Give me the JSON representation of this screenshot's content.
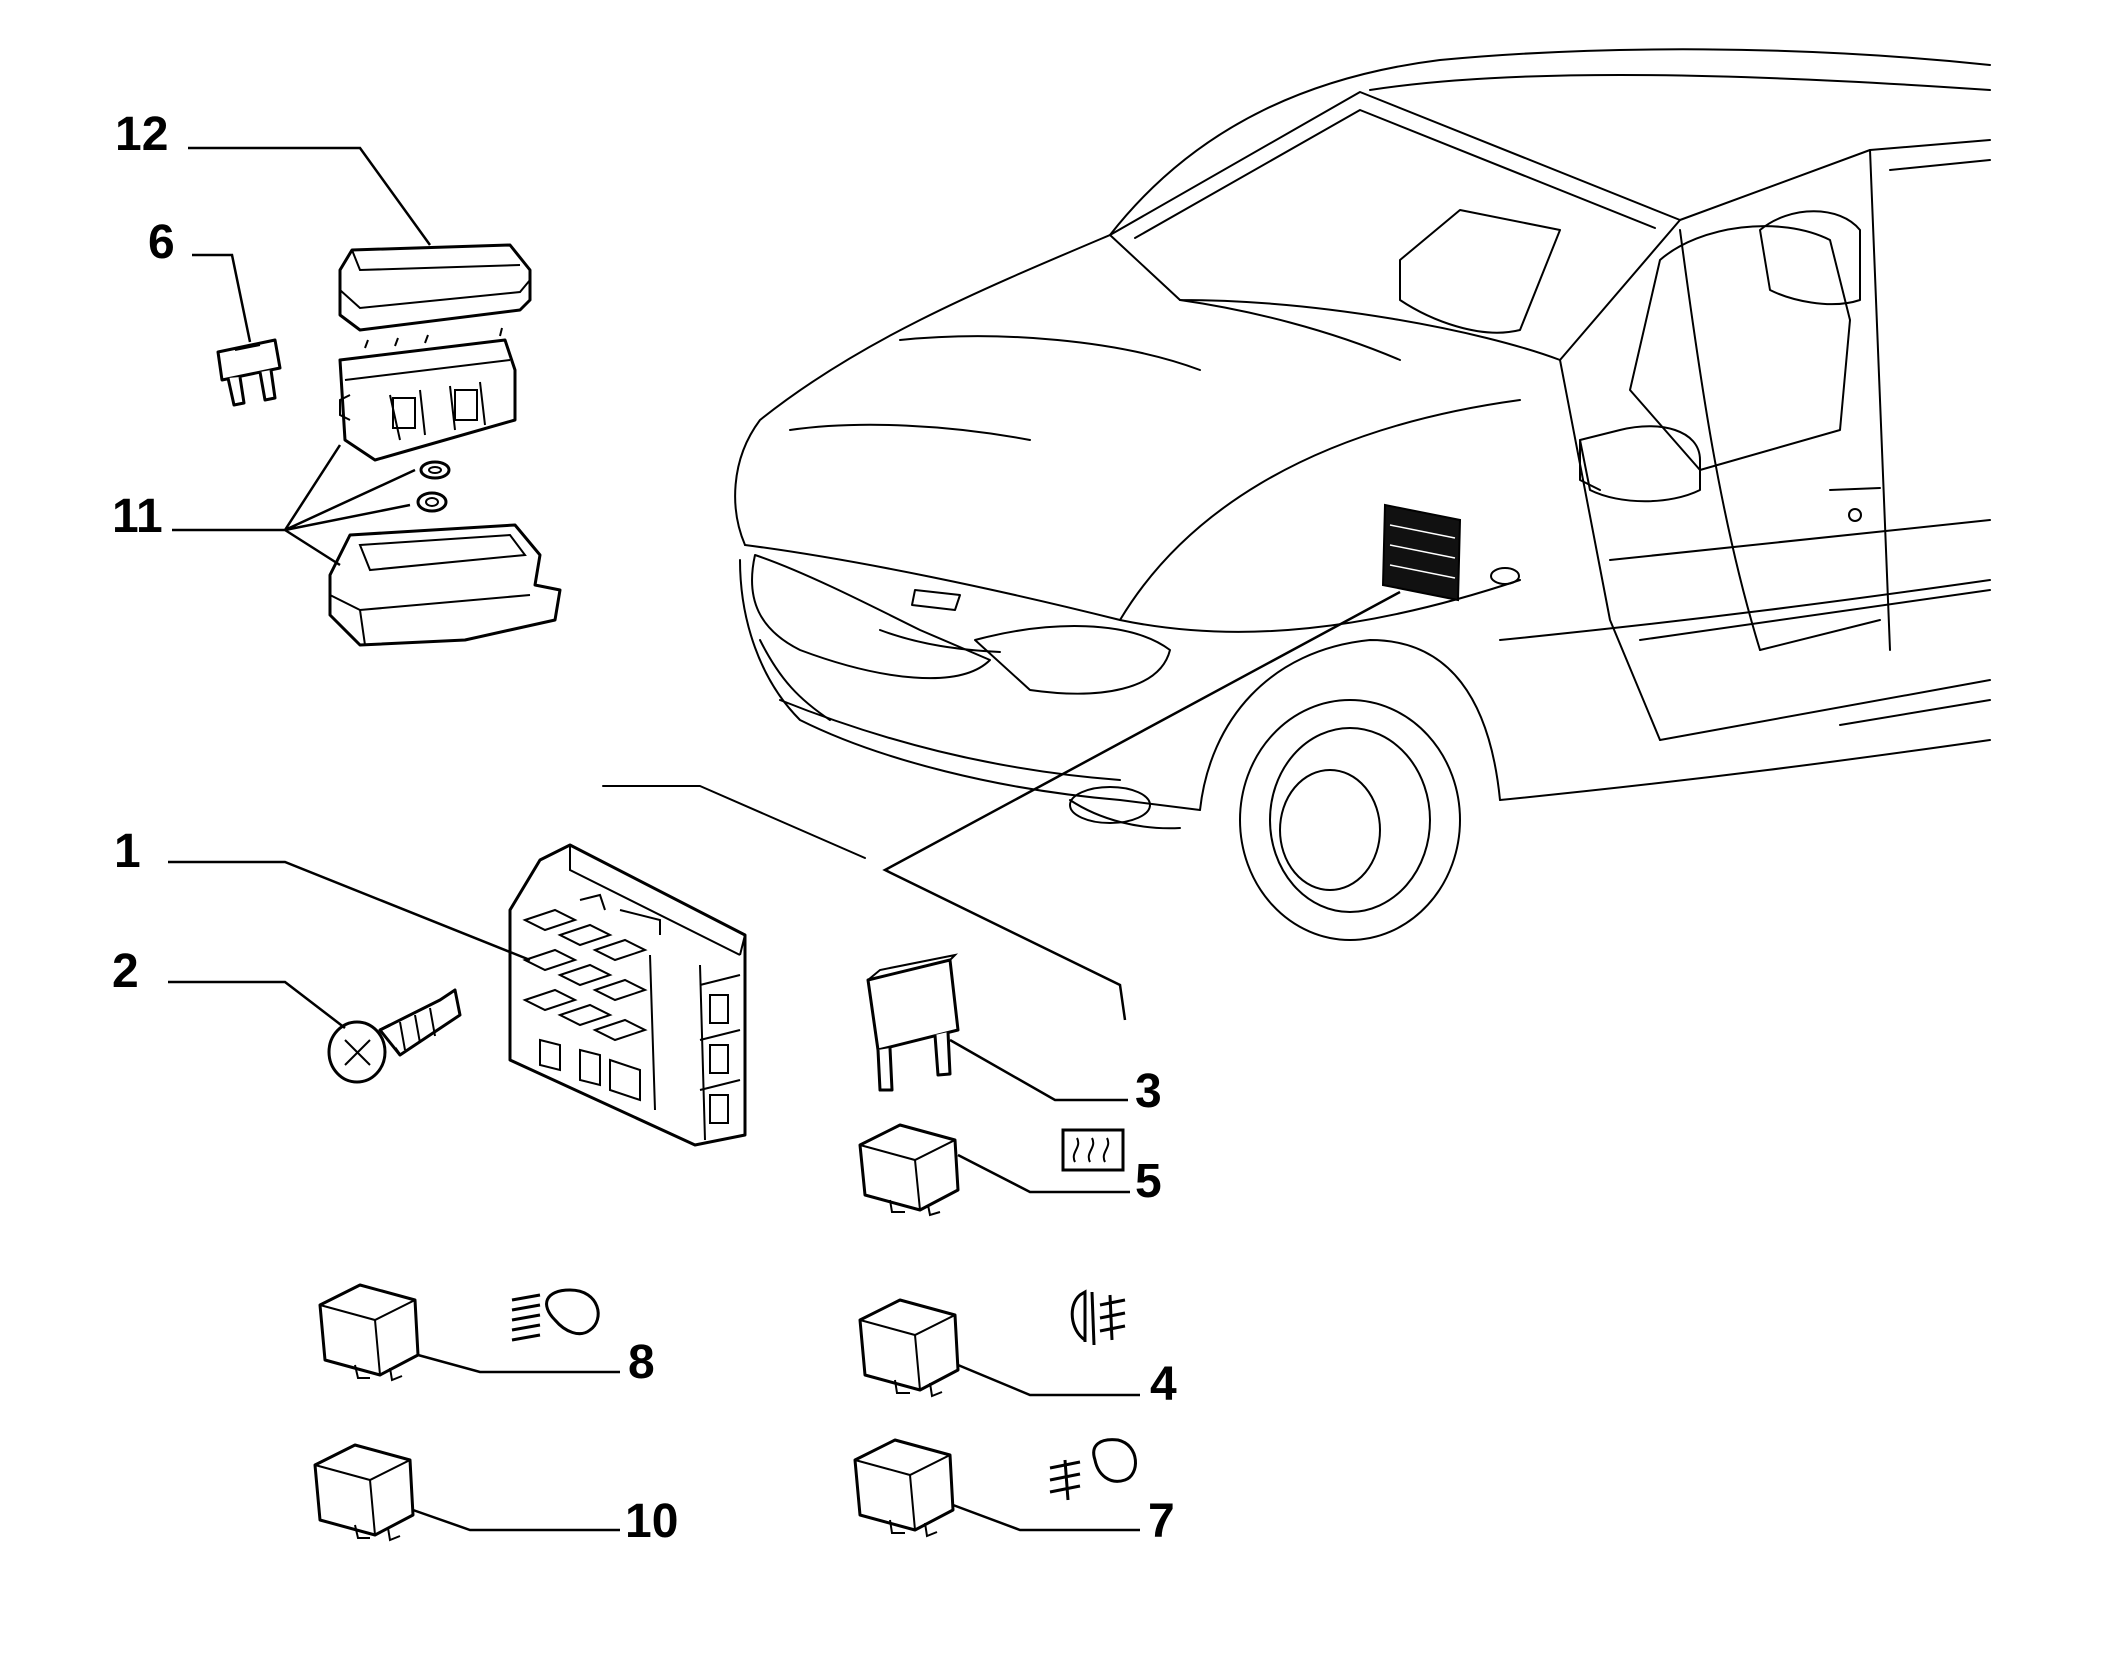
{
  "callouts": [
    {
      "id": "c12",
      "label": "12"
    },
    {
      "id": "c6",
      "label": "6"
    },
    {
      "id": "c11",
      "label": "11"
    },
    {
      "id": "c1",
      "label": "1"
    },
    {
      "id": "c2",
      "label": "2"
    },
    {
      "id": "c3",
      "label": "3"
    },
    {
      "id": "c5",
      "label": "5"
    },
    {
      "id": "c8",
      "label": "8"
    },
    {
      "id": "c4",
      "label": "4"
    },
    {
      "id": "c10",
      "label": "10"
    },
    {
      "id": "c7",
      "label": "7"
    }
  ],
  "symbols": {
    "c5": "rear-window-defroster-icon",
    "c8": "high-beam-icon",
    "c4": "rear-fog-light-icon",
    "c7": "front-fog-light-icon"
  },
  "colors": {
    "ink": "#000000",
    "paper": "#ffffff"
  }
}
